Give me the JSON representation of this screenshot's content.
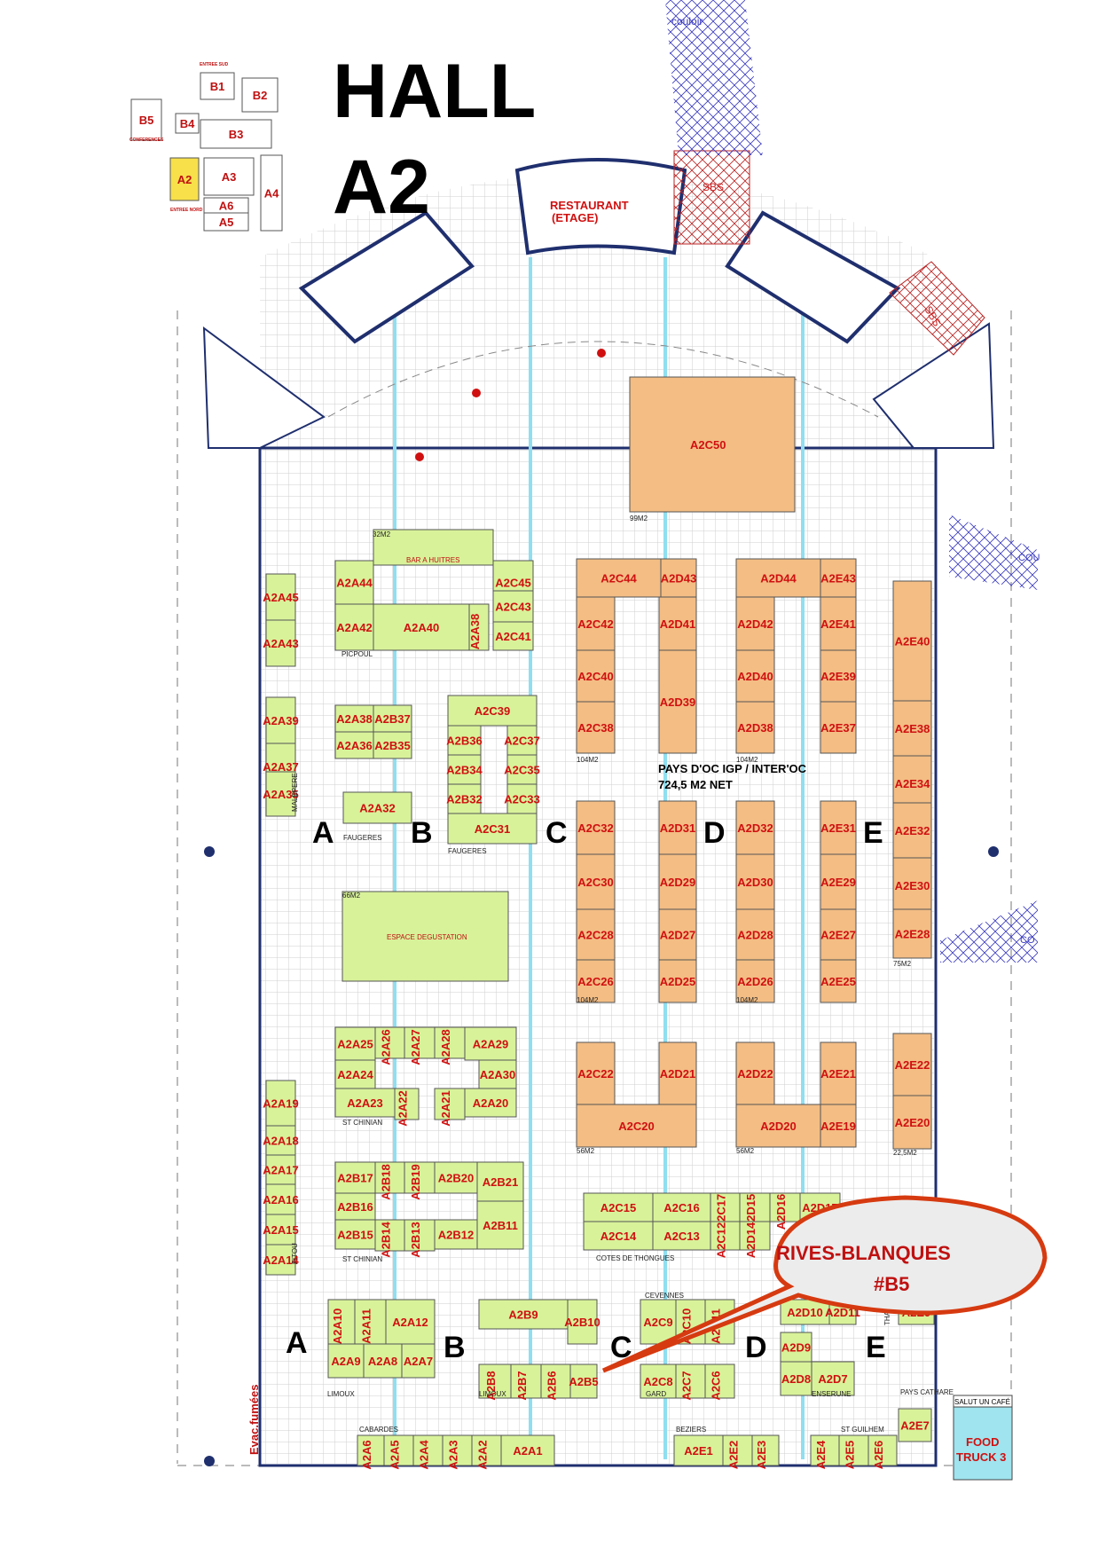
{
  "title_line1": "HALL",
  "title_line2": "A2",
  "restaurant_line1": "RESTAURANT",
  "restaurant_line2": "(ETAGE)",
  "couloir": "couloir",
  "couloir_right": "COU",
  "couloir_right2": "CO",
  "sbs": "SBS",
  "callout_line1": "RIVES-BLANQUES",
  "callout_line2": "#B5",
  "food_truck_line1": "FOOD",
  "food_truck_line2": "TRUCK 3",
  "salut_cafe": "SALUT UN CAFÉ",
  "evac": "Evac.fumées",
  "pays_doc_line1": "PAYS D'OC IGP / INTER'OC",
  "pays_doc_line2": "724,5 M2 NET",
  "row_letters": [
    "A",
    "B",
    "C",
    "D",
    "E"
  ],
  "minimap": [
    {
      "name": "B1",
      "kind": "hall"
    },
    {
      "name": "B2",
      "kind": "hall"
    },
    {
      "name": "B3",
      "kind": "hall"
    },
    {
      "name": "B4",
      "kind": "hall"
    },
    {
      "name": "B5",
      "kind": "hall"
    },
    {
      "name": "A2",
      "kind": "current"
    },
    {
      "name": "A3",
      "kind": "hall"
    },
    {
      "name": "A4",
      "kind": "hall"
    },
    {
      "name": "A5",
      "kind": "hall"
    },
    {
      "name": "A6",
      "kind": "hall"
    },
    {
      "name": "ENTREE SUD",
      "kind": "note"
    },
    {
      "name": "ENTREE NORD",
      "kind": "note"
    },
    {
      "name": "CONFERENCES",
      "kind": "note"
    }
  ],
  "areas": [
    {
      "id": "A2C50",
      "label": "A2C50",
      "size": "99M2",
      "color": "#f3bd84"
    },
    {
      "id": "bar",
      "label": "BAR A HUITRES",
      "size": "32M2",
      "color": "#d8f29a"
    },
    {
      "id": "espace",
      "label": "ESPACE DEGUSTATION",
      "size": "66M2",
      "color": "#d8f29a"
    }
  ],
  "stands": [
    "A2A45",
    "A2A43",
    "A2A39",
    "A2A37",
    "A2A35",
    "A2A19",
    "A2A18",
    "A2A17",
    "A2A16",
    "A2A15",
    "A2A14",
    "A2A44",
    "A2A42",
    "A2A40",
    "A2A38",
    "A2C45",
    "A2C43",
    "A2C41",
    "A2A38",
    "A2B37",
    "A2A36",
    "A2B35",
    "A2A32",
    "A2C39",
    "A2B36",
    "A2C37",
    "A2B34",
    "A2C35",
    "A2B32",
    "A2C33",
    "A2C31",
    "A2A25",
    "A2A26",
    "A2A27",
    "A2A28",
    "A2A29",
    "A2A24",
    "A2A30",
    "A2A23",
    "A2A22",
    "A2A21",
    "A2A20",
    "A2B17",
    "A2B18",
    "A2B19",
    "A2B20",
    "A2B21",
    "A2B16",
    "A2B15",
    "A2B14",
    "A2B13",
    "A2B12",
    "A2B11",
    "A2C15",
    "A2C16",
    "A2C17",
    "A2D15",
    "A2D16",
    "A2D17",
    "A2C14",
    "A2C13",
    "A2C12",
    "A2D14",
    "A2A10",
    "A2A11",
    "A2A12",
    "A2A9",
    "A2A8",
    "A2A7",
    "A2B9",
    "A2B10",
    "A2B8",
    "A2B7",
    "A2B6",
    "A2B5",
    "A2C9",
    "A2C10",
    "A2C11",
    "A2C8",
    "A2C7",
    "A2C6",
    "A2D10",
    "A2D11",
    "A2D9",
    "A2D8",
    "A2D7",
    "A2E9",
    "A2E7",
    "A2A6",
    "A2A5",
    "A2A4",
    "A2A3",
    "A2A2",
    "A2A1",
    "A2E1",
    "A2E2",
    "A2E3",
    "A2E4",
    "A2E5",
    "A2E6",
    "A2C44",
    "A2D43",
    "A2C42",
    "A2D41",
    "A2C40",
    "A2D39",
    "A2C38",
    "A2D44",
    "A2E43",
    "A2D42",
    "A2E41",
    "A2D40",
    "A2E39",
    "A2D38",
    "A2E37",
    "A2C32",
    "A2D31",
    "A2C30",
    "A2D29",
    "A2C28",
    "A2D27",
    "A2C26",
    "A2D25",
    "A2D32",
    "A2E31",
    "A2D30",
    "A2E29",
    "A2D28",
    "A2E27",
    "A2D26",
    "A2E25",
    "A2C22",
    "A2D21",
    "A2C20",
    "A2D22",
    "A2E21",
    "A2D20",
    "A2E19",
    "A2E40",
    "A2E38",
    "A2E34",
    "A2E32",
    "A2E30",
    "A2E28",
    "A2E22",
    "A2E20"
  ],
  "region_labels": [
    "PICPOUL",
    "MALEPERE",
    "FAUGERES",
    "FAUGERES",
    "ST CHINIAN",
    "ST CHINIAN",
    "FITOU",
    "COTES DE THONGUES",
    "CEVENNES",
    "LIMOUX",
    "LIMOUX",
    "GARD",
    "ENSERUNE",
    "PAYS CATHARE",
    "CABARDES",
    "BEZIERS",
    "ST GUILHEM",
    "THAU"
  ],
  "sizes": [
    "104M2",
    "104M2",
    "104M2",
    "104M2",
    "56M2",
    "56M2",
    "75M2",
    "22,5M2"
  ],
  "colors": {
    "green": "#d8f29a",
    "orange": "#f3bd84",
    "red": "#d01010",
    "navy": "#1f2f6e",
    "blue": "#3a3ac0",
    "grid": "#cfcfcf",
    "cyan": "#8fdff0"
  }
}
